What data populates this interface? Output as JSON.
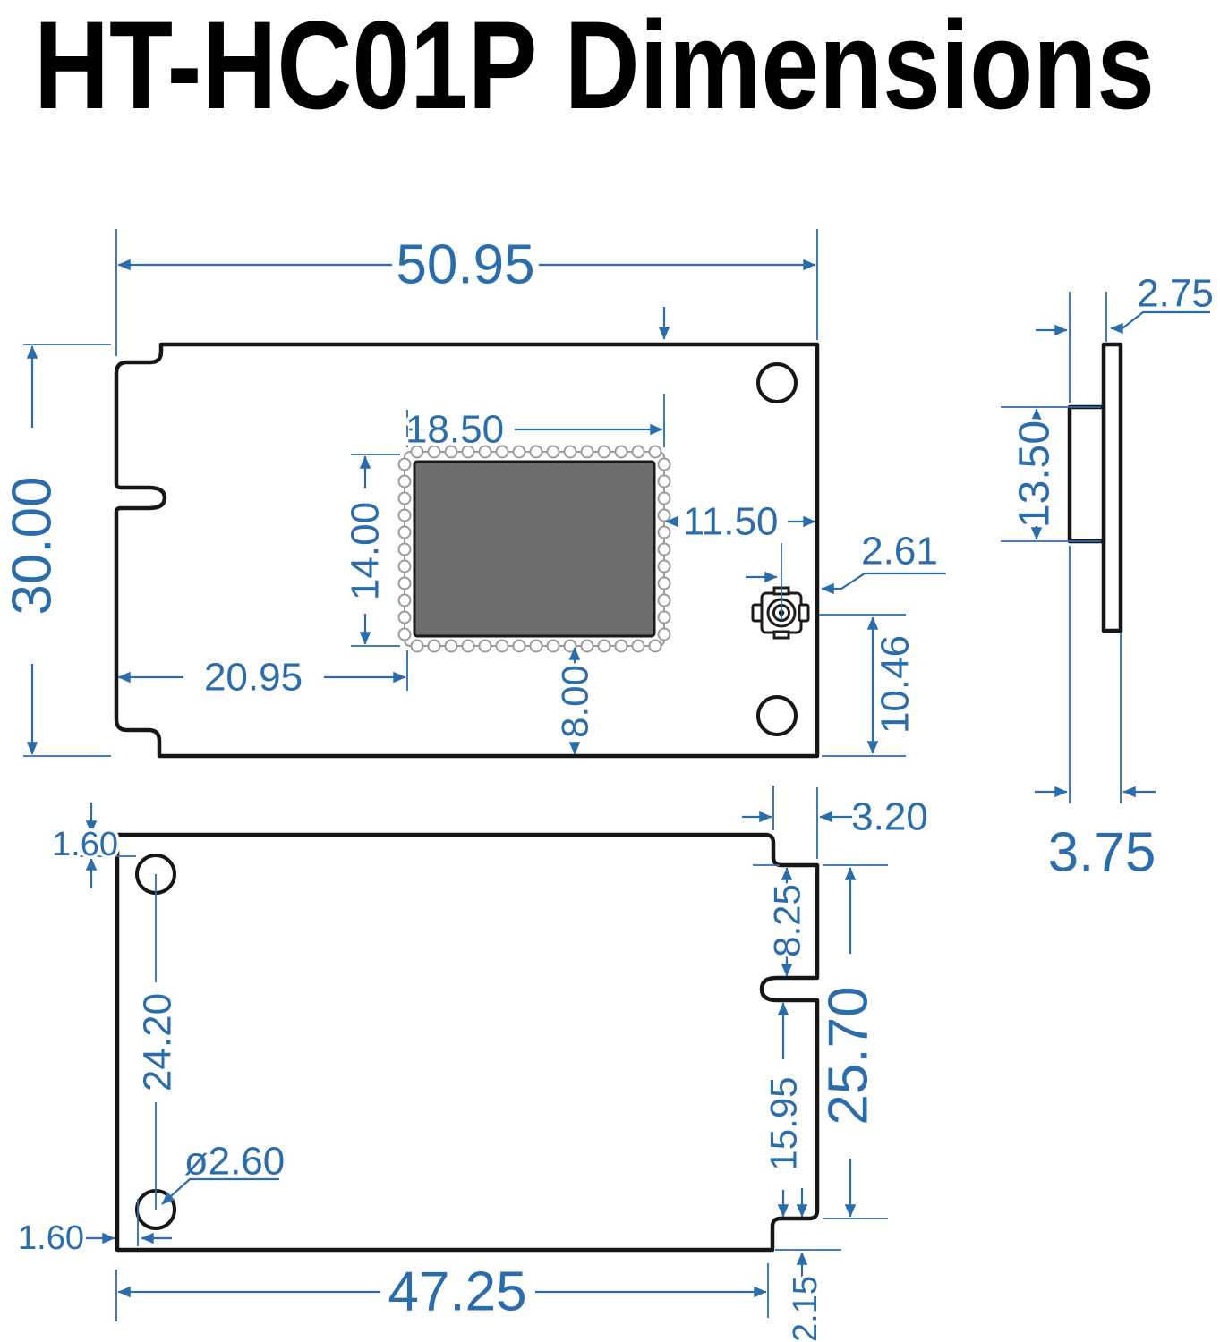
{
  "title": "HT-HC01P Dimensions",
  "colors": {
    "dimension_blue": "#2b6dab",
    "outline_black": "#161616",
    "shield_gray": "#6e6e6e",
    "scallop_gray": "#9b9b9b"
  },
  "top_view": {
    "board_width": "50.95",
    "board_height": "30.00",
    "shield_width": "18.50",
    "shield_height": "14.00",
    "shield_left_offset": "20.95",
    "shield_bottom_offset": "8.00",
    "shield_right_gap": "11.50",
    "antenna_edge_gap": "2.61",
    "antenna_bottom_offset": "10.46"
  },
  "side_view": {
    "pcb_thickness": "2.75",
    "connector_length": "13.50",
    "total_thickness": "3.75"
  },
  "bottom_view": {
    "hole_top_edge_gap": "1.60",
    "hole_left_edge_gap": "1.60",
    "hole_pitch": "24.20",
    "hole_diameter": "ø2.60",
    "bottom_width": "47.25",
    "step_width": "3.20",
    "step_to_slot": "8.25",
    "right_edge_height": "25.70",
    "slot_to_bottom_step": "15.95",
    "bottom_step_height": "2.15"
  }
}
